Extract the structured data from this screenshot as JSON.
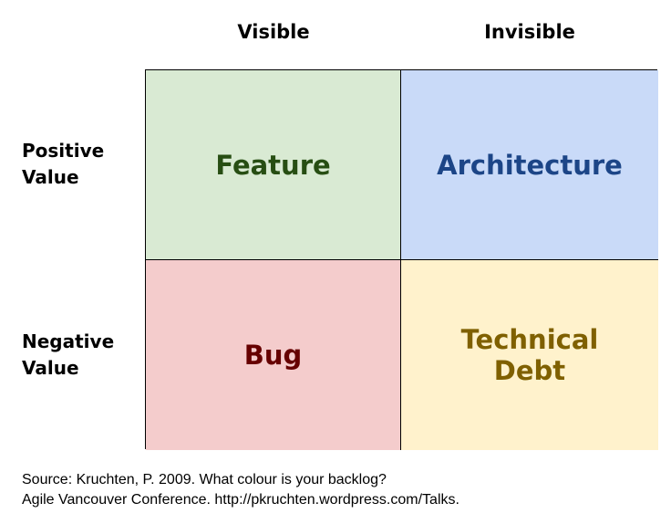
{
  "columns": {
    "visible": "Visible",
    "invisible": "Invisible"
  },
  "rows": {
    "positive": [
      "Positive",
      "Value"
    ],
    "negative": [
      "Negative",
      "Value"
    ]
  },
  "quadrants": {
    "feature": {
      "label": "Feature",
      "bg": "#d9ead3",
      "color": "#274e13"
    },
    "architecture": {
      "label": "Architecture",
      "bg": "#c9daf8",
      "color": "#1c4587"
    },
    "bug": {
      "label": "Bug",
      "bg": "#f4cccc",
      "color": "#660000"
    },
    "technical_debt": {
      "lines": [
        "Technical",
        "Debt"
      ],
      "bg": "#fff2cc",
      "color": "#7f6000"
    }
  },
  "source": {
    "line1": "Source: Kruchten, P. 2009. What colour is your backlog?",
    "line2": "Agile Vancouver Conference. http://pkruchten.wordpress.com/Talks."
  }
}
